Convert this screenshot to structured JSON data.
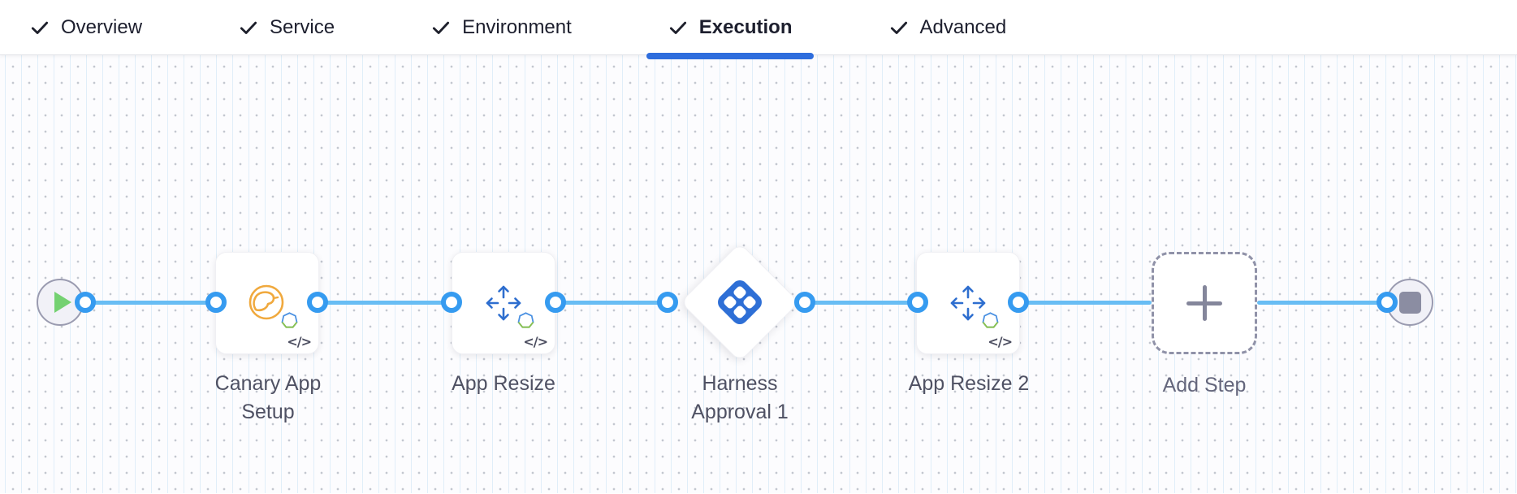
{
  "tabbar": {
    "tabs": [
      {
        "label": "Overview",
        "checked": true,
        "active": false
      },
      {
        "label": "Service",
        "checked": true,
        "active": false
      },
      {
        "label": "Environment",
        "checked": true,
        "active": false
      },
      {
        "label": "Execution",
        "checked": true,
        "active": true
      },
      {
        "label": "Advanced",
        "checked": true,
        "active": false
      }
    ]
  },
  "canvas": {
    "start_node": {
      "icon": "play-icon"
    },
    "end_node": {
      "icon": "stop-icon"
    },
    "nodes": [
      {
        "id": "canary-app-setup",
        "label": "Canary App Setup",
        "shape": "card",
        "icon": "canary-icon",
        "badge": "kubernetes-icon",
        "code_glyph": "</>"
      },
      {
        "id": "app-resize",
        "label": "App Resize",
        "shape": "card",
        "icon": "resize-arrows-icon",
        "badge": "kubernetes-icon",
        "code_glyph": "</>"
      },
      {
        "id": "harness-approval-1",
        "label": "Harness Approval 1",
        "shape": "diamond",
        "icon": "harness-approval-icon"
      },
      {
        "id": "app-resize-2",
        "label": "App Resize 2",
        "shape": "card",
        "icon": "resize-arrows-icon",
        "badge": "kubernetes-icon",
        "code_glyph": "</>"
      },
      {
        "id": "add-step",
        "label": "Add Step",
        "shape": "dashed",
        "icon": "plus-icon"
      }
    ]
  },
  "colors": {
    "accent_blue": "#2e6ddd",
    "edge_blue": "#68bdf4",
    "port_blue": "#369bf0",
    "canary_orange": "#f0a93e",
    "icon_blue": "#2e6ecf",
    "approval_blue": "#2e6fd6",
    "success_green": "#74d171",
    "terminal_grey": "#8b8da2"
  }
}
